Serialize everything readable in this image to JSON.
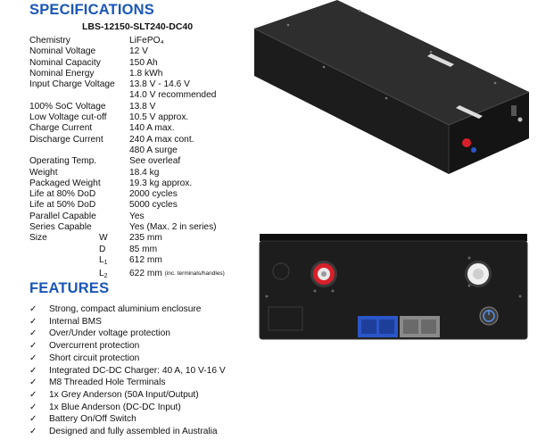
{
  "headings": {
    "specifications": "SPECIFICATIONS",
    "features": "FEATURES"
  },
  "model": "LBS-12150-SLT240-DC40",
  "specs": [
    {
      "label": "Chemistry",
      "value": "LiFePO₄"
    },
    {
      "label": "Nominal Voltage",
      "value": "12 V"
    },
    {
      "label": "Nominal Capacity",
      "value": "150 Ah"
    },
    {
      "label": "Nominal Energy",
      "value": "1.8 kWh"
    },
    {
      "label": "Input Charge Voltage",
      "value": "13.8 V - 14.6 V"
    },
    {
      "label": "",
      "value": "14.0 V recommended"
    },
    {
      "label": "100% SoC Voltage",
      "value": "13.8 V"
    },
    {
      "label": "Low Voltage cut-off",
      "value": "10.5 V approx."
    },
    {
      "label": "Charge Current",
      "value": "140 A max."
    },
    {
      "label": "Discharge Current",
      "value": "240 A max cont."
    },
    {
      "label": "",
      "value": "480 A surge"
    },
    {
      "label": "Operating Temp.",
      "value": "See overleaf"
    },
    {
      "label": "Weight",
      "value": "18.4 kg"
    },
    {
      "label": "Packaged Weight",
      "value": "19.3 kg approx."
    },
    {
      "label": "Life at 80% DoD",
      "value": "2000 cycles"
    },
    {
      "label": "Life at 50% DoD",
      "value": "5000 cycles"
    },
    {
      "label": "Parallel Capable",
      "value": "Yes"
    },
    {
      "label": "Series Capable",
      "value": "Yes (Max. 2 in series)"
    }
  ],
  "size": {
    "label": "Size",
    "dims": [
      {
        "key": "W",
        "sub": "",
        "value": "235 mm",
        "note": ""
      },
      {
        "key": "D",
        "sub": "",
        "value": "85 mm",
        "note": ""
      },
      {
        "key": "L",
        "sub": "1",
        "value": "612 mm",
        "note": ""
      },
      {
        "key": "L",
        "sub": "2",
        "value": "622 mm",
        "note": "(inc. terminals/handles)"
      }
    ]
  },
  "features": [
    "Strong, compact aluminium enclosure",
    "Internal BMS",
    "Over/Under voltage protection",
    "Overcurrent protection",
    "Short circuit protection",
    "Integrated DC-DC Charger: 40 A, 10 V-16 V",
    "M8 Threaded Hole Terminals",
    "1x Grey Anderson (50A Input/Output)",
    "1x Blue Anderson (DC-DC Input)",
    "Battery On/Off Switch",
    "Designed and fully assembled in Australia"
  ],
  "icons": {
    "check": "✓"
  },
  "colors": {
    "heading": "#1a56b8",
    "anderson_blue": "#2b56c8",
    "anderson_grey": "#8a8a8a",
    "terminal_red": "#d8202a"
  }
}
